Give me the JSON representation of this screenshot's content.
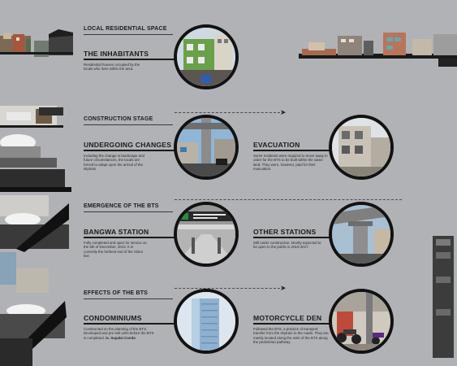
{
  "sections": [
    {
      "header": "LOCAL RESIDENTIAL SPACE",
      "items": [
        {
          "title": "THE INHABITANTS",
          "description": "Residential houses occupied by the locals who lives within the area.",
          "icon": "residential-buildings-photo"
        }
      ]
    },
    {
      "header": "CONSTRUCTION STAGE",
      "items": [
        {
          "title": "UNDERGOING CHANGES",
          "description": "Including the change in landscape and future circumstances, the locals are forced to adapt upon the arrival of the skytrain",
          "icon": "skytrain-construction-photo"
        },
        {
          "title": "EVACUATION",
          "description": "Some residents were required to move away in order for the BTS to be built within the same land. They were, however, paid for their evacuation.",
          "icon": "demolished-building-photo"
        }
      ]
    },
    {
      "header": "EMERGENCE OF THE BTS",
      "items": [
        {
          "title": "BANGWA STATION",
          "description": "Fully completed and open for service on the 5th of December, 2013. It is currently the furthest end of the Silom line.",
          "icon": "bts-station-photo"
        },
        {
          "title": "OTHER STATIONS",
          "description": "Still under construction. Mostly expected to be open to the public in 2015-2017.",
          "icon": "elevated-track-photo"
        }
      ]
    },
    {
      "header": "EFFECTS OF THE BTS",
      "items": [
        {
          "title": "CONDOMINIUMS",
          "description": "Constructed on the planning of the BTS. Developed and pre-sell units before the BTS is completed.",
          "description_bold": "ie. Supalai Condo",
          "icon": "condominium-tower-photo"
        },
        {
          "title": "MOTORCYCLE DEN",
          "description": "Followed the BTS, a practice of transport transfer from the skytrain to the roads. They are mainly located along the exits of the BTS along the pedestrian pathway.",
          "icon": "motorcycle-taxi-photo"
        }
      ]
    }
  ],
  "colors": {
    "background": "#b1b2b6",
    "ink": "#1b1b1b",
    "circle_border": "#121212"
  }
}
